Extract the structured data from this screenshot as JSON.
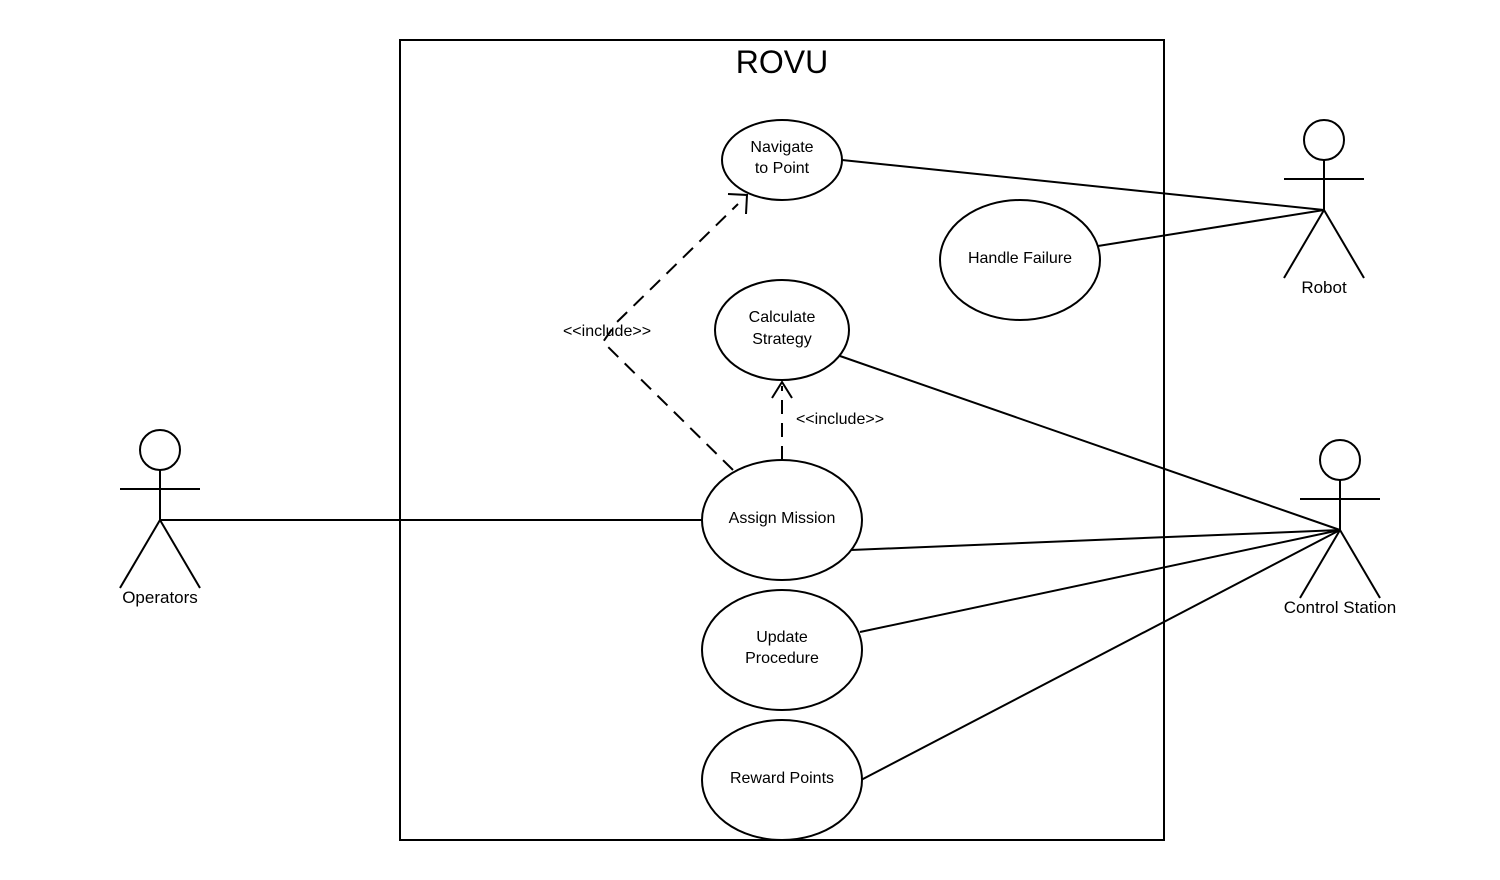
{
  "system": {
    "name": "ROVU"
  },
  "use_cases": {
    "navigate": [
      "Navigate",
      "to Point"
    ],
    "handle_failure": [
      "Handle Failure"
    ],
    "calculate": [
      "Calculate",
      "Strategy"
    ],
    "assign": [
      "Assign Mission"
    ],
    "update": [
      "Update",
      "Procedure"
    ],
    "reward": [
      "Reward Points"
    ]
  },
  "actors": {
    "operators": "Operators",
    "robot": "Robot",
    "control_station": "Control Station"
  },
  "relations": {
    "include_navigate": "<<include>>",
    "include_calculate": "<<include>>"
  }
}
